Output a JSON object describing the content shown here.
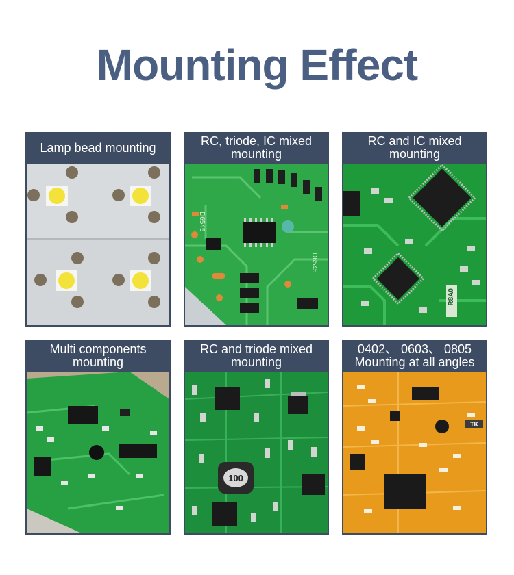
{
  "page": {
    "title": "Mounting Effect"
  },
  "cards": [
    {
      "label": "Lamp bead mounting"
    },
    {
      "label": "RC, triode, IC mixed mounting"
    },
    {
      "label": "RC and IC mixed mounting"
    },
    {
      "label": "Multi components mounting"
    },
    {
      "label": "RC and triode mixed mounting"
    },
    {
      "label": "0402、 0603、 0805 Mounting at all angles"
    }
  ],
  "pcb_text": {
    "d6545": "D6545",
    "r8a0": "R8A0",
    "inductor": "100",
    "tk": "TK"
  },
  "colors": {
    "title": "#4a5f82",
    "caption_bg": "#3d4b63",
    "pcb_green": "#1f9a3a",
    "pcb_orange": "#e89a1c",
    "led_yellow": "#f3e23a"
  }
}
